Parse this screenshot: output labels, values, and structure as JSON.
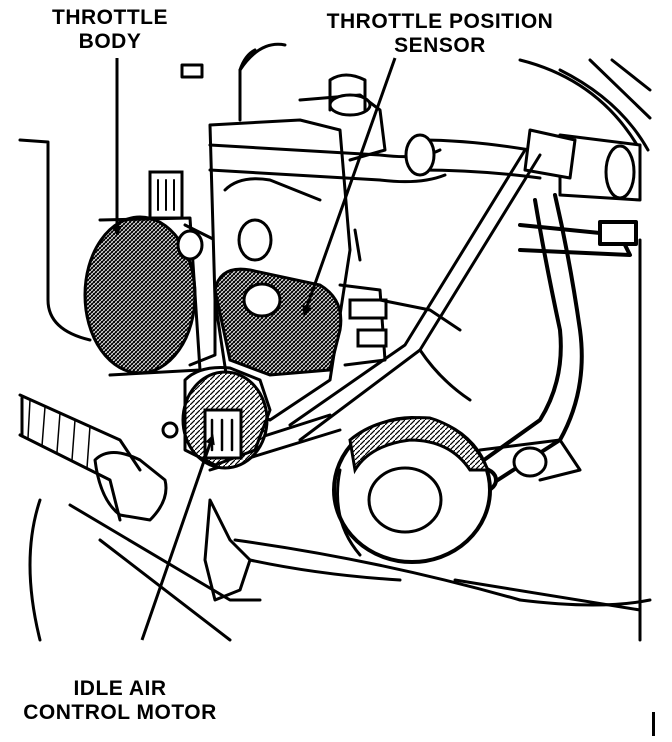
{
  "labels": {
    "throttle_body": [
      "THROTTLE",
      "BODY"
    ],
    "throttle_position_sensor": [
      "THROTTLE POSITION",
      "SENSOR"
    ],
    "idle_air_control_motor": [
      "IDLE AIR",
      "CONTROL MOTOR"
    ]
  },
  "colors": {
    "ink": "#000000",
    "paper": "#ffffff"
  }
}
